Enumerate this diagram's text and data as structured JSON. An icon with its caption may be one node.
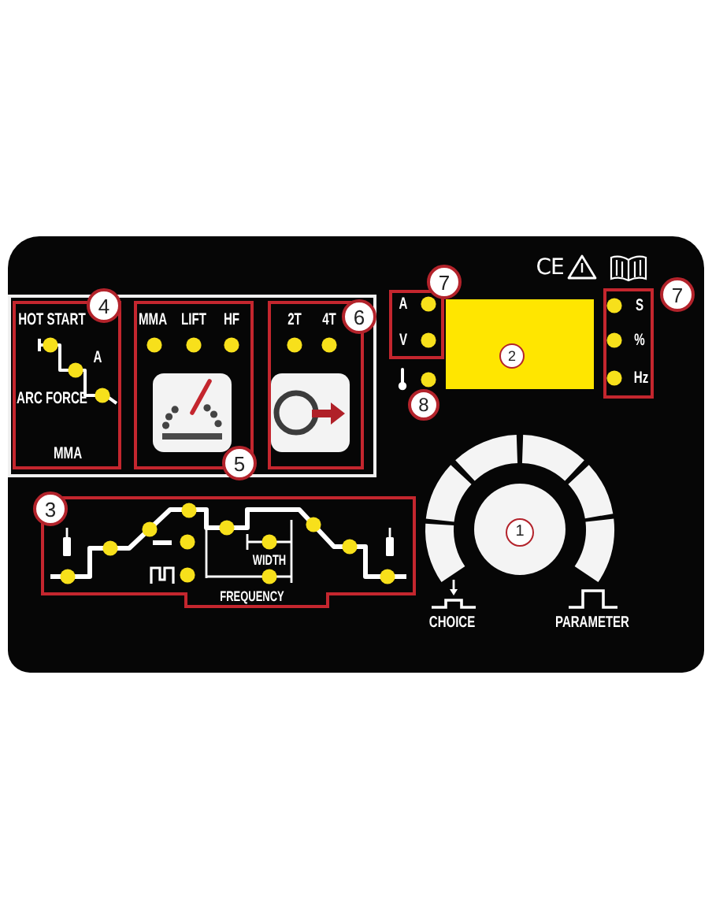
{
  "diagram": {
    "nodes": [
      {
        "text": [],
        "shape": "box"
      },
      {
        "text": [
          "HOT START",
          "A",
          "ARC FORCE",
          "MMA"
        ],
        "in": 0
      },
      {
        "text": [
          "MMA",
          "LIFT",
          "HF"
        ],
        "in": 0
      },
      {
        "text": [
          "2T",
          "4T"
        ],
        "in": 0
      },
      {
        "text": [
          "A",
          "V"
        ]
      },
      {
        "text": [
          "S",
          "%",
          "Hz"
        ]
      },
      {
        "text": [
          "WIDTH",
          "FREQUENCY"
        ]
      }
    ],
    "labels": [
      "CE",
      "4",
      "6",
      "7",
      "7",
      "2",
      "8",
      "5",
      "3",
      "1",
      "CHOICE",
      "PARAMETER"
    ]
  }
}
